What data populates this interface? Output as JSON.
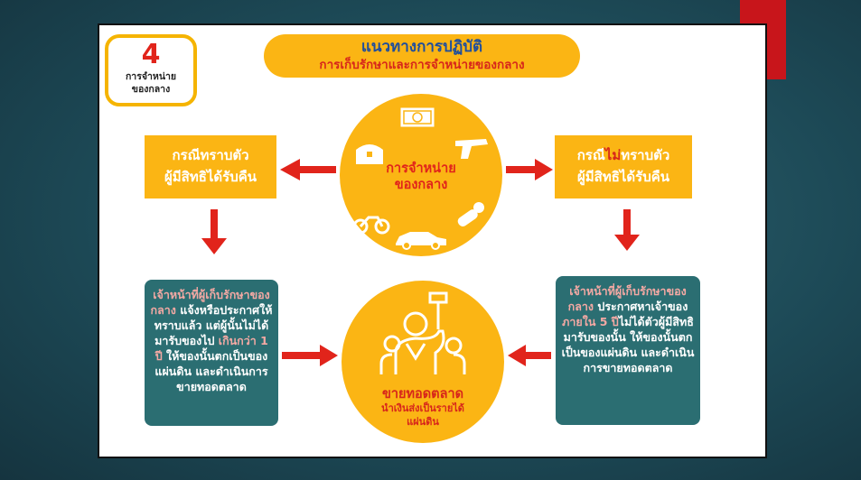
{
  "badge": {
    "number": "4",
    "label_line1": "การจำหน่าย",
    "label_line2": "ของกลาง"
  },
  "title": {
    "line1": "แนวทางการปฏิบัติ",
    "line2": "การเก็บรักษาและการจำหน่ายของกลาง"
  },
  "center_top": {
    "line1": "การจำหน่าย",
    "line2": "ของกลาง"
  },
  "left_case": {
    "line1": "กรณีทราบตัว",
    "line2": "ผู้มีสิทธิได้รับคืน"
  },
  "right_case": {
    "line1_a": "กรณี",
    "line1_b": "ไม่",
    "line1_c": "ทราบตัว",
    "line2": "ผู้มีสิทธิได้รับคืน"
  },
  "left_detail": {
    "highlight1": "เจ้าหน้าที่ผู้เก็บรักษาของกลาง",
    "text1": " แจ้งหรือประกาศให้ทราบแล้ว แต่ผู้นั้นไม่ได้มารับของไป ",
    "highlight2": "เกินกว่า 1 ปี",
    "text2": " ให้ของนั้นตกเป็นของแผ่นดิน และดำเนินการขายทอดตลาด"
  },
  "right_detail": {
    "highlight1": "เจ้าหน้าที่ผู้เก็บรักษาของกลาง",
    "text1": " ประกาศหาเจ้าของ ",
    "highlight2": "ภายใน 5 ปี",
    "text2": "ไม่ได้ตัวผู้มีสิทธิมารับของนั้น ให้ของนั้นตกเป็นของแผ่นดิน และดำเนินการขายทอดตลาด"
  },
  "center_bottom": {
    "line1": "ขายทอดตลาด",
    "line2": "นำเงินส่งเป็นรายได้",
    "line3": "แผ่นดิน"
  },
  "colors": {
    "yellow": "#fbb514",
    "teal": "#2b6e72",
    "red": "#e1241b",
    "blue": "#1f4e9c"
  }
}
